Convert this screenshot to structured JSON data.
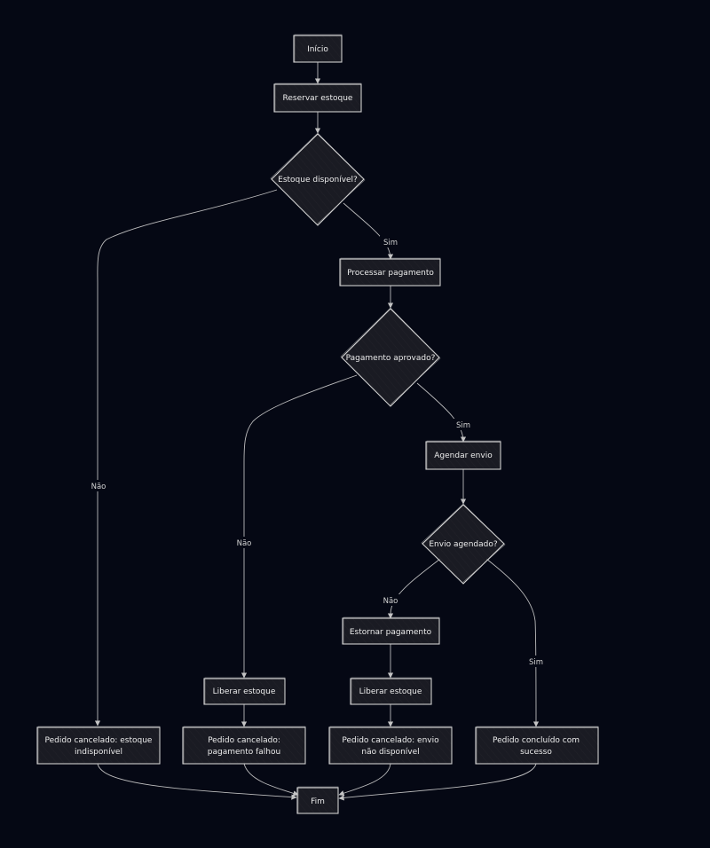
{
  "nodes": {
    "inicio": "Início",
    "reservar": "Reservar estoque",
    "estoque_q": "Estoque disponível?",
    "processar": "Processar pagamento",
    "pagamento_q": "Pagamento aprovado?",
    "agendar": "Agendar envio",
    "envio_q": "Envio agendado?",
    "estornar": "Estornar pagamento",
    "liberar_1": "Liberar estoque",
    "liberar_2": "Liberar estoque",
    "cancel_estoque": [
      "Pedido cancelado: estoque",
      "indisponível"
    ],
    "cancel_pagamento": [
      "Pedido cancelado:",
      "pagamento falhou"
    ],
    "cancel_envio": [
      "Pedido cancelado: envio",
      "não disponível"
    ],
    "concluido": [
      "Pedido concluído com",
      "sucesso"
    ],
    "fim": "Fim"
  },
  "edge_labels": {
    "estoque_sim": "Sim",
    "estoque_nao": "Não",
    "pagamento_sim": "Sim",
    "pagamento_nao": "Não",
    "envio_nao": "Não",
    "envio_sim": "Sim"
  }
}
